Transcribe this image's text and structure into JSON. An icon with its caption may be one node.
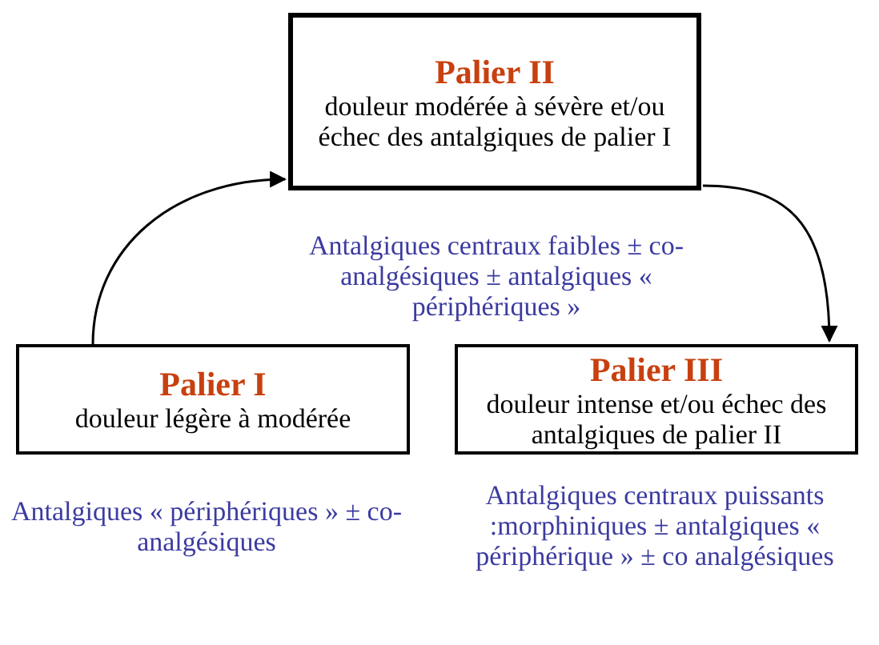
{
  "diagram": {
    "nodes": [
      {
        "text": [
          "Palier II",
          "douleur modérée à sévère et/ou échec des antalgiques de palier I"
        ]
      },
      {
        "text": [
          "Palier I",
          "douleur légère à modérée"
        ]
      },
      {
        "text": [
          "Palier III",
          "douleur intense et/ou échec des antalgiques de palier II"
        ]
      }
    ],
    "edges": [
      {
        "from": 1,
        "to": 0,
        "arrow": "to"
      },
      {
        "from": 0,
        "to": 2,
        "arrow": "to"
      }
    ],
    "labels": [
      "Antalgiques centraux faibles ± co-analgésiques ± antalgiques « périphériques »",
      "Antalgiques « périphériques » ± co-analgésiques",
      "Antalgiques centraux puissants :morphiniques ± antalgiques « périphérique » ± co analgésiques"
    ]
  }
}
